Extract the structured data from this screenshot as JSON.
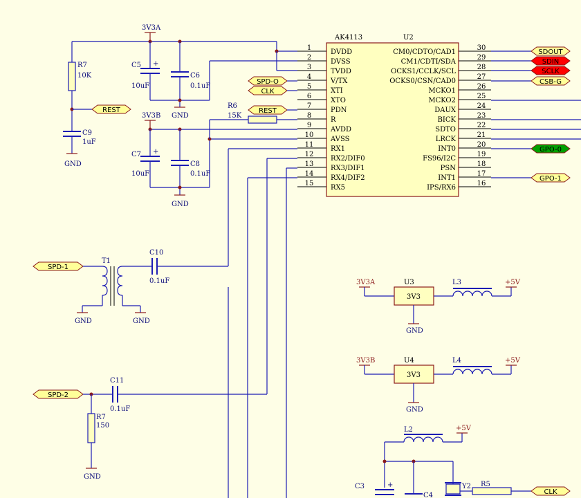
{
  "ic": {
    "part": "AK4113",
    "ref": "U2",
    "left_pins": [
      {
        "n": "1",
        "name": "DVDD"
      },
      {
        "n": "2",
        "name": "DVSS"
      },
      {
        "n": "3",
        "name": "TVDD"
      },
      {
        "n": "4",
        "name": "V/TX"
      },
      {
        "n": "5",
        "name": "XTI"
      },
      {
        "n": "6",
        "name": "XTO"
      },
      {
        "n": "7",
        "name": "PDN"
      },
      {
        "n": "8",
        "name": "R"
      },
      {
        "n": "9",
        "name": "AVDD"
      },
      {
        "n": "10",
        "name": "AVSS"
      },
      {
        "n": "11",
        "name": "RX1"
      },
      {
        "n": "12",
        "name": "RX2/DIF0"
      },
      {
        "n": "13",
        "name": "RX3/DIF1"
      },
      {
        "n": "14",
        "name": "RX4/DIF2"
      },
      {
        "n": "15",
        "name": "RX5"
      }
    ],
    "right_pins": [
      {
        "n": "30",
        "name": "CM0/CDTO/CAD1"
      },
      {
        "n": "29",
        "name": "CM1/CDTI/SDA"
      },
      {
        "n": "28",
        "name": "OCKS1/CCLK/SCL"
      },
      {
        "n": "27",
        "name": "OCKS0/CSN/CAD0"
      },
      {
        "n": "26",
        "name": "MCKO1"
      },
      {
        "n": "25",
        "name": "MCKO2"
      },
      {
        "n": "24",
        "name": "DAUX"
      },
      {
        "n": "23",
        "name": "BICK"
      },
      {
        "n": "22",
        "name": "SDTO"
      },
      {
        "n": "21",
        "name": "LRCK"
      },
      {
        "n": "20",
        "name": "INT0"
      },
      {
        "n": "19",
        "name": "FS96/I2C"
      },
      {
        "n": "18",
        "name": "PSN"
      },
      {
        "n": "17",
        "name": "INT1"
      },
      {
        "n": "16",
        "name": "IPS/RX6"
      }
    ]
  },
  "ports": {
    "sdout": "SDOUT",
    "sdin": "SDIN",
    "sclk": "SCLK",
    "csb": "CSB-G",
    "gpo0": "GPO-0",
    "gpo1": "GPO-1",
    "spd_o": "SPD-O",
    "clk": "CLK",
    "rest_a": "REST",
    "rest_b": "REST",
    "spd1": "SPD-1",
    "spd2": "SPD-2",
    "clk_b": "CLK"
  },
  "power": {
    "v3a_top": "3V3A",
    "v3b_mid": "3V3B",
    "gnd_r7": "GND",
    "gnd_c5": "GND",
    "gnd_c7": "GND",
    "gnd_t1a": "GND",
    "gnd_t1b": "GND",
    "gnd_r7b": "GND",
    "v3a_u3": "3V3A",
    "p5_u3": "+5V",
    "gnd_u3": "GND",
    "v3b_u4": "3V3B",
    "p5_u4": "+5V",
    "gnd_u4": "GND",
    "p5_l2": "+5V"
  },
  "components": {
    "r7_ref": "R7",
    "r7_val": "10K",
    "c9_ref": "C9",
    "c9_val": "1uF",
    "c5_ref": "C5",
    "c5_val": "10uF",
    "c6_ref": "C6",
    "c6_val": "0.1uF",
    "c7_ref": "C7",
    "c7_val": "10uF",
    "c8_ref": "C8",
    "c8_val": "0.1uF",
    "r6_ref": "R6",
    "r6_val": "15K",
    "t1_ref": "T1",
    "c10_ref": "C10",
    "c10_val": "0.1uF",
    "c11_ref": "C11",
    "c11_val": "0.1uF",
    "r7b_ref": "R7",
    "r7b_val": "150",
    "u3_ref": "U3",
    "u3_val": "3V3",
    "l3_ref": "L3",
    "u4_ref": "U4",
    "u4_val": "3V3",
    "l4_ref": "L4",
    "l2_ref": "L2",
    "c3_ref": "C3",
    "c4_ref": "C4",
    "y2_ref": "Y2",
    "r5_ref": "R5",
    "plus": "+"
  },
  "colors": {
    "wire": "#1c1cb4",
    "component_outline": "#8b1a1a",
    "ic_fill": "#ffffc0",
    "port_yellow": "#ffff99",
    "port_red": "#ff0000",
    "port_green": "#00a000",
    "background": "#fefee6"
  }
}
